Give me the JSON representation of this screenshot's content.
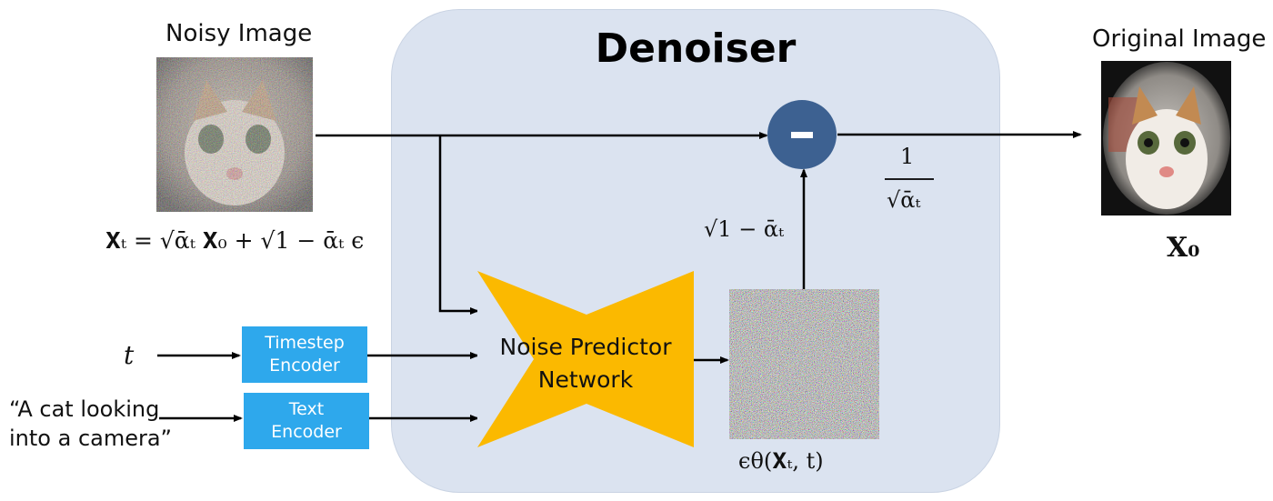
{
  "title": "Denoiser",
  "noisy_label": "Noisy Image",
  "original_label": "Original Image",
  "equation_xt": "𝐗ₜ = √ᾱₜ 𝐗₀ + √1 − ᾱₜ ϵ",
  "x0_label": "𝐗₀",
  "t_label": "t",
  "prompt_text": [
    "“A cat looking",
    "into a camera”"
  ],
  "timestep_encoder": [
    "Timestep",
    "Encoder"
  ],
  "text_encoder": [
    "Text",
    "Encoder"
  ],
  "noise_predictor": [
    "Noise Predictor",
    "Network"
  ],
  "subtract_symbol": "−",
  "scale_numerator": "1",
  "scale_denominator": "√ᾱₜ",
  "noise_scale": "√1 − ᾱₜ",
  "epsilon_label": "ϵθ(𝐗ₜ, t)",
  "colors": {
    "panel": "#dbe3f0",
    "encoder": "#2ea8ec",
    "predictor": "#fbb900",
    "subtract_node": "#3d6191"
  }
}
